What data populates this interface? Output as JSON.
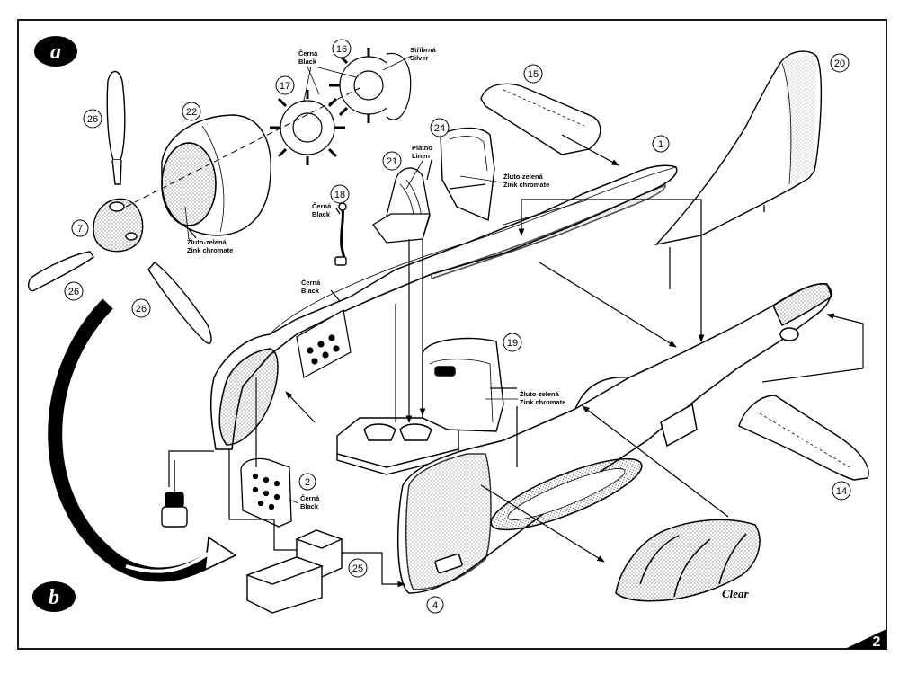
{
  "steps": {
    "a": "a",
    "b": "b"
  },
  "parts": {
    "p1": "1",
    "p2": "2",
    "p4": "4",
    "p7": "7",
    "p14": "14",
    "p15": "15",
    "p16": "16",
    "p17": "17",
    "p18": "18",
    "p19": "19",
    "p20": "20",
    "p21": "21",
    "p22": "22",
    "p24": "24",
    "p25": "25",
    "p26a": "26",
    "p26b": "26",
    "p26c": "26"
  },
  "notes": {
    "black_cz": "Černá",
    "black_en": "Black",
    "silver_cz": "Stříbrná",
    "silver_en": "Silver",
    "zinc_cz": "Žluto-zelená",
    "zinc_en": "Zink chromate",
    "linen_cz": "Plátno",
    "linen_en": "Linen"
  },
  "clear_label": "Clear",
  "page_number": "2",
  "colors": {
    "ink": "#000000",
    "paper": "#ffffff",
    "frame": "#1a1a1a"
  }
}
